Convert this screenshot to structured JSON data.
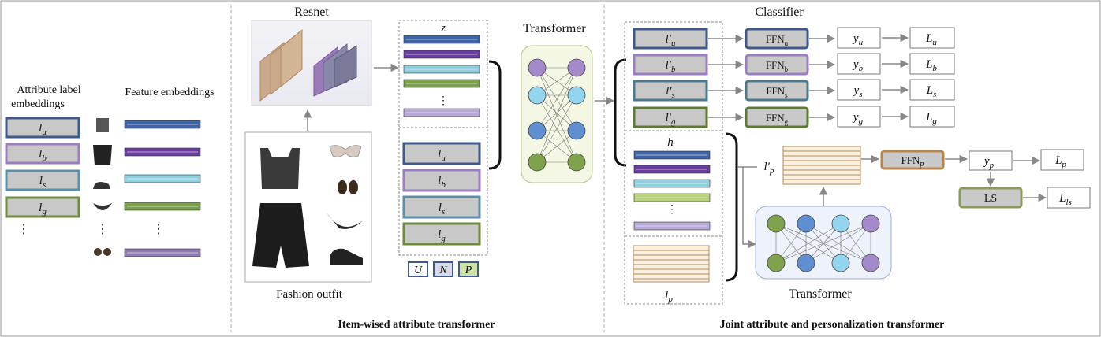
{
  "left": {
    "attr_label_title_1": "Attribute label",
    "attr_label_title_2": "embeddings",
    "feature_title": "Feature embeddings",
    "labels": [
      {
        "b": "l",
        "s": "u",
        "color": "#3d5a8a"
      },
      {
        "b": "l",
        "s": "b",
        "color": "#9b7ec2"
      },
      {
        "b": "l",
        "s": "s",
        "color": "#5b8fa8"
      },
      {
        "b": "l",
        "s": "g",
        "color": "#6e8a3c"
      }
    ],
    "feature_colors": [
      "#3d63a8",
      "#6a3ca0",
      "#8fcfe0",
      "#7aa24a",
      "#8c7ab0"
    ],
    "dots": "⋮"
  },
  "middle": {
    "resnet_title": "Resnet",
    "fashion_caption": "Fashion outfit",
    "z_label": "z",
    "z_colors": [
      "#3d63a8",
      "#6a3ca0",
      "#8fcfe0",
      "#7aa24a",
      "#b8a8d8"
    ],
    "labels": [
      {
        "b": "l",
        "s": "u",
        "color": "#3d5a8a"
      },
      {
        "b": "l",
        "s": "b",
        "color": "#9b7ec2"
      },
      {
        "b": "l",
        "s": "s",
        "color": "#5b8fa8"
      },
      {
        "b": "l",
        "s": "g",
        "color": "#6e8a3c"
      }
    ],
    "tokens": [
      {
        "text": "U",
        "color": "#3d5a8a",
        "fill": "#ffffff"
      },
      {
        "text": "N",
        "color": "#3d5a8a",
        "fill": "#d8dbe6"
      },
      {
        "text": "P",
        "color": "#3d5a8a",
        "fill": "#cfe0a8"
      }
    ],
    "transformer_title": "Transformer",
    "section_caption": "Item-wised attribute transformer",
    "dots": "⋮"
  },
  "right": {
    "classifier_title": "Classifier",
    "rows": [
      {
        "l": "l′",
        "s": "u",
        "ffn": "FFN",
        "fs": "u",
        "y": "y",
        "ys": "u",
        "L": "L",
        "Ls": "u",
        "color": "#3d5a8a"
      },
      {
        "l": "l′",
        "s": "b",
        "ffn": "FFN",
        "fs": "b",
        "y": "y",
        "ys": "b",
        "L": "L",
        "Ls": "b",
        "color": "#9b7ec2"
      },
      {
        "l": "l′",
        "s": "s",
        "ffn": "FFN",
        "fs": "s",
        "y": "y",
        "ys": "s",
        "L": "L",
        "Ls": "s",
        "color": "#4a7a8c"
      },
      {
        "l": "l′",
        "s": "g",
        "ffn": "FFN",
        "fs": "g",
        "y": "y",
        "ys": "g",
        "L": "L",
        "Ls": "g",
        "color": "#5c7a30"
      }
    ],
    "h_label": "h",
    "h_colors": [
      "#3d63a8",
      "#6a3ca0",
      "#8fcfe0",
      "#b8d27a",
      "#b8a8d8"
    ],
    "lp_label": "l",
    "lp_sub": "p",
    "lprime_p": "l′",
    "lprime_p_sub": "p",
    "ffn_p": "FFN",
    "ffn_p_sub": "p",
    "yp": "y",
    "yp_sub": "p",
    "Lp": "L",
    "Lp_sub": "p",
    "ls_box": "LS",
    "Lls": "L",
    "Lls_sub": "ls",
    "transformer_title": "Transformer",
    "section_caption": "Joint attribute and personalization transformer",
    "dots": "⋮"
  }
}
